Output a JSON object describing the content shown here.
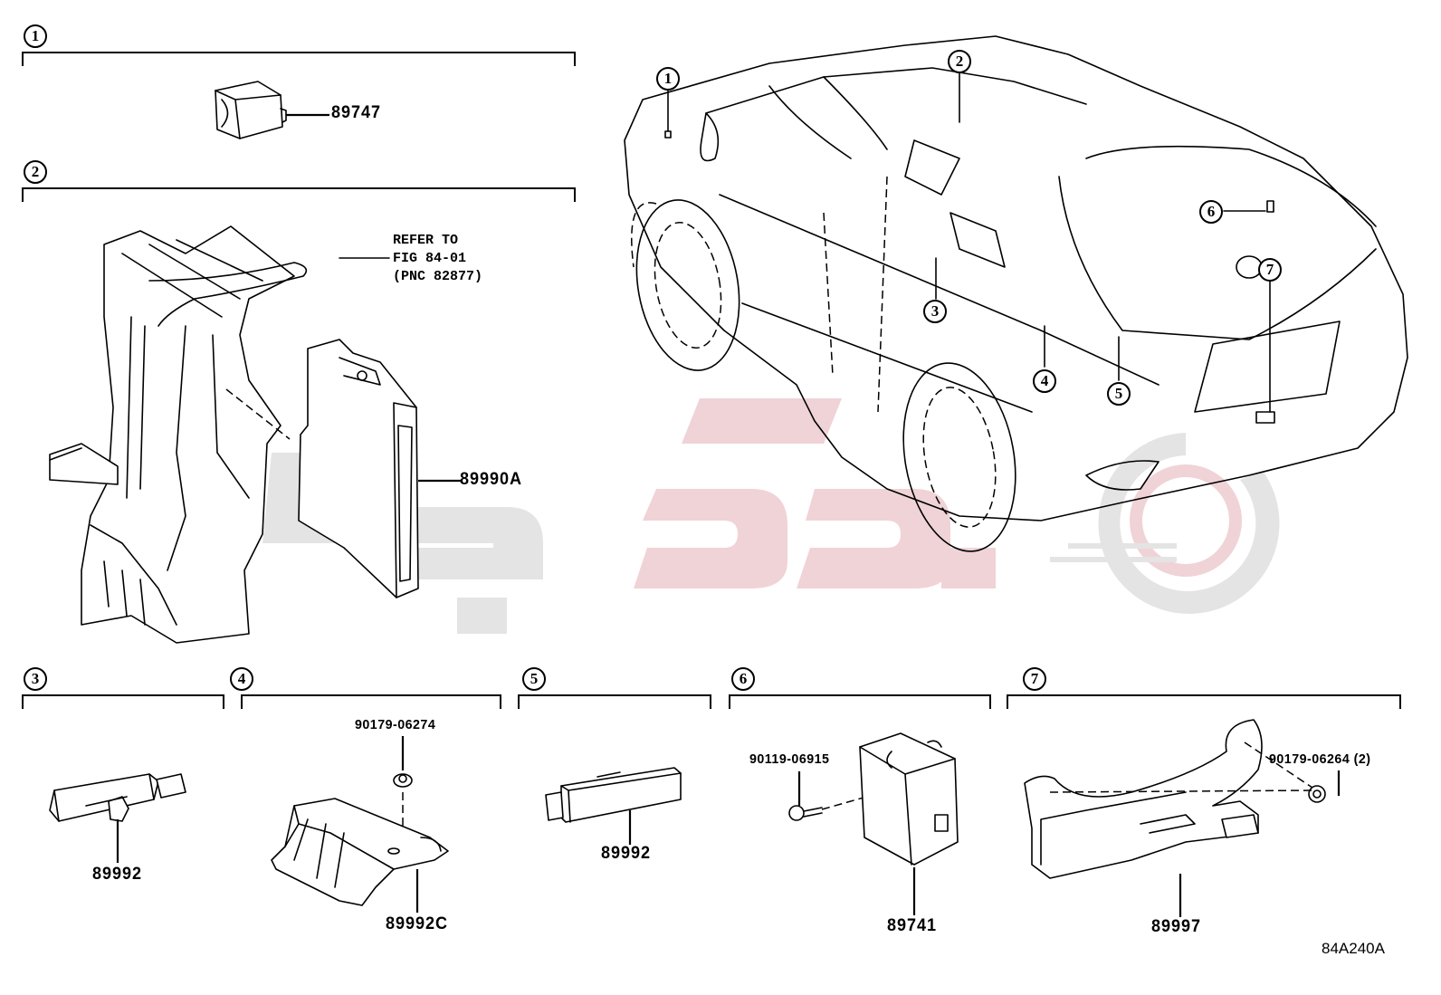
{
  "diagram": {
    "drawing_code": "84A240A",
    "watermark_colors": {
      "red": "#f0d3d7",
      "gray": "#e4e4e4"
    },
    "groups": [
      {
        "id": "1",
        "callout": "1",
        "parts": [
          {
            "number": "89747"
          }
        ]
      },
      {
        "id": "2",
        "callout": "2",
        "parts": [
          {
            "number": "89990A"
          }
        ],
        "note": {
          "line1": "REFER TO",
          "line2": "FIG 84-01",
          "line3": "(PNC 82877)"
        }
      },
      {
        "id": "3",
        "callout": "3",
        "parts": [
          {
            "number": "89992"
          }
        ]
      },
      {
        "id": "4",
        "callout": "4",
        "parts": [
          {
            "number": "90179-06274"
          },
          {
            "number": "89992C"
          }
        ]
      },
      {
        "id": "5",
        "callout": "5",
        "parts": [
          {
            "number": "89992"
          }
        ]
      },
      {
        "id": "6",
        "callout": "6",
        "parts": [
          {
            "number": "90119-06915"
          },
          {
            "number": "89741"
          }
        ]
      },
      {
        "id": "7",
        "callout": "7",
        "parts": [
          {
            "number": "90179-06264 (2)"
          },
          {
            "number": "89997"
          }
        ]
      }
    ],
    "vehicle_callouts": [
      "1",
      "2",
      "3",
      "4",
      "5",
      "6",
      "7"
    ]
  }
}
